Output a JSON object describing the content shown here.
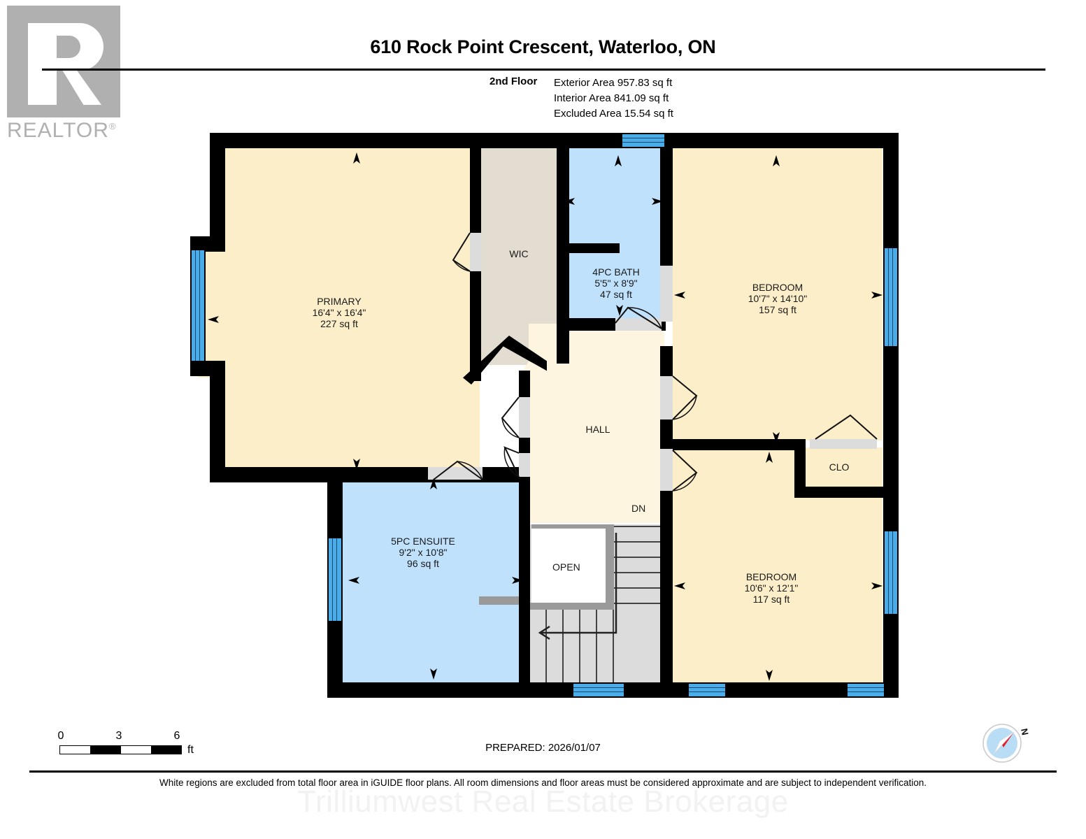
{
  "logo": {
    "wordmark": "REALTOR",
    "registered": "®"
  },
  "header": {
    "title": "610 Rock Point Crescent, Waterloo, ON",
    "floor_label": "2nd Floor",
    "areas": [
      "Exterior Area 957.83 sq ft",
      "Interior Area 841.09 sq ft",
      "Excluded Area 15.54 sq ft"
    ]
  },
  "rooms": [
    {
      "key": "primary",
      "name": "PRIMARY",
      "dims": "16'4\" x 16'4\"",
      "area": "227 sq ft"
    },
    {
      "key": "wic",
      "name": "WIC",
      "dims": "",
      "area": ""
    },
    {
      "key": "bath4pc",
      "name": "4PC BATH",
      "dims": "5'5\" x 8'9\"",
      "area": "47 sq ft"
    },
    {
      "key": "bed_ne",
      "name": "BEDROOM",
      "dims": "10'7\" x 14'10\"",
      "area": "157 sq ft"
    },
    {
      "key": "hall",
      "name": "HALL",
      "dims": "",
      "area": ""
    },
    {
      "key": "clo",
      "name": "CLO",
      "dims": "",
      "area": ""
    },
    {
      "key": "bed_se",
      "name": "BEDROOM",
      "dims": "10'6\" x 12'1\"",
      "area": "117 sq ft"
    },
    {
      "key": "ensuite",
      "name": "5PC ENSUITE",
      "dims": "9'2\" x 10'8\"",
      "area": "96 sq ft"
    }
  ],
  "markers": {
    "stairs_down": "DN",
    "open_well": "OPEN"
  },
  "scale": {
    "ticks": [
      "0",
      "3",
      "6"
    ],
    "unit": "ft"
  },
  "footer": {
    "prepared": "PREPARED: 2026/01/07",
    "disclaimer": "White regions are excluded from total floor area in iGUIDE floor plans. All room dimensions and floor areas must be considered approximate and are subject to independent verification.",
    "watermark": "Trilliumwest Real Estate Brokerage"
  },
  "compass": {
    "north_label": "N"
  },
  "colors": {
    "bedroom_fill": "#fceec8",
    "bath_fill": "#bfe1fc",
    "closet_fill": "#e3dcd0",
    "hall_fill": "#fdf5e0",
    "wall": "#000000",
    "window": "#4aadea",
    "stairs": "#dcdcdc",
    "logo_gray": "#b0b0b0"
  }
}
